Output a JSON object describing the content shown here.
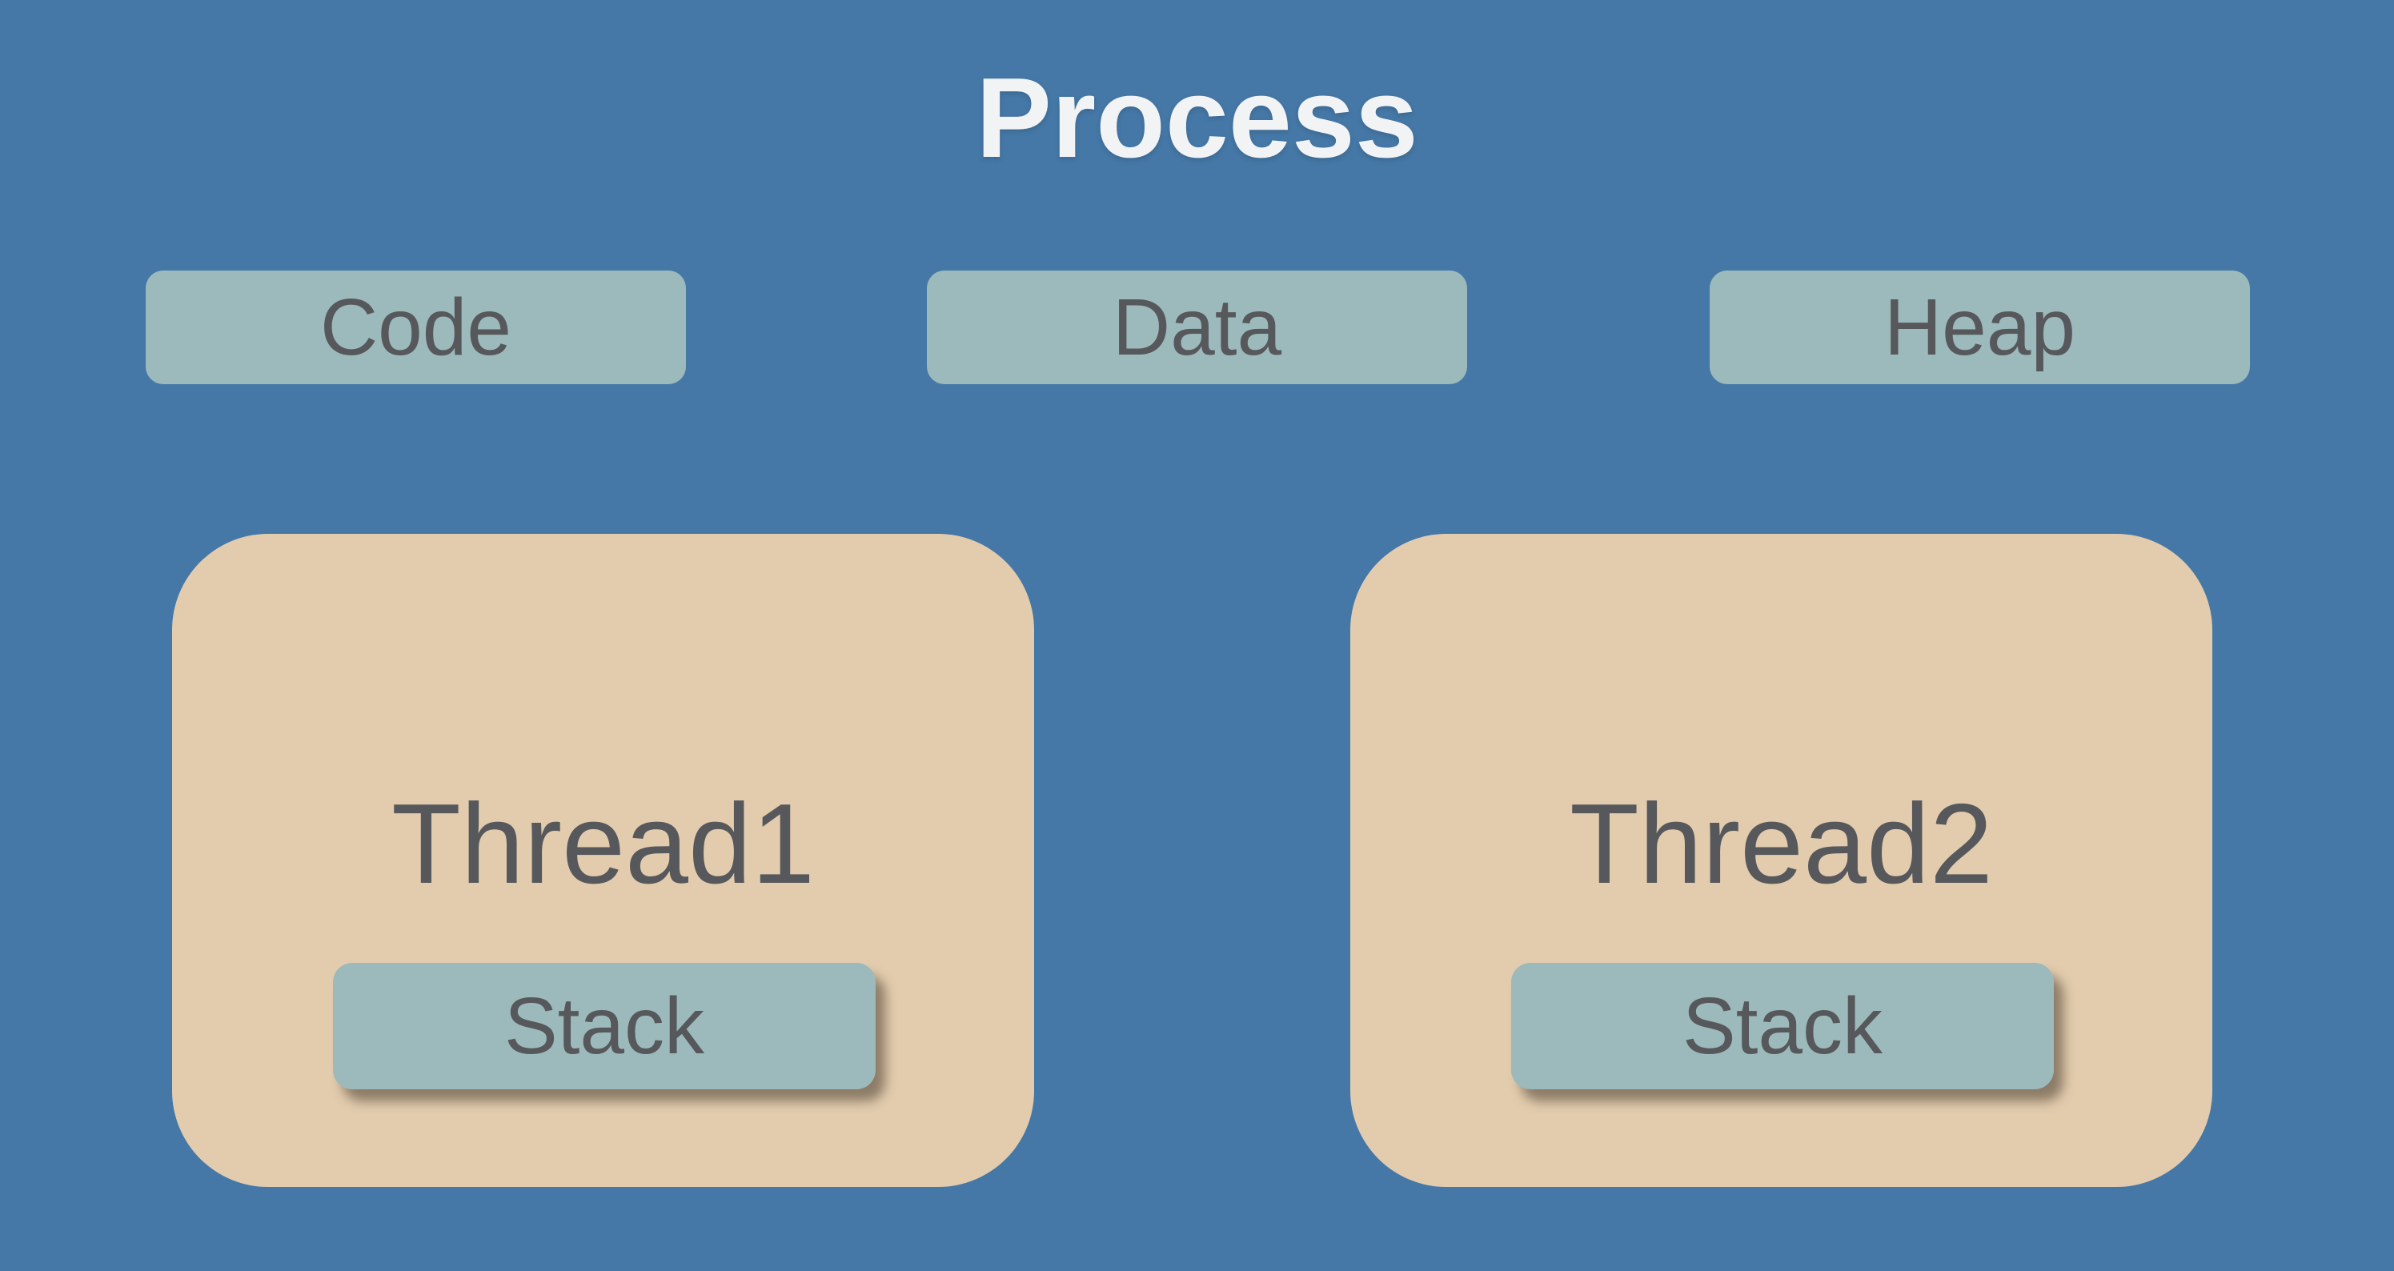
{
  "title": "Process",
  "colors": {
    "background": "#4578a7",
    "segment_box": "#9cbabb",
    "thread_box": "#e3ccae",
    "label_text": "#56585c",
    "title_text": "#f2f3f5"
  },
  "segments": [
    {
      "label": "Code"
    },
    {
      "label": "Data"
    },
    {
      "label": "Heap"
    }
  ],
  "threads": [
    {
      "label": "Thread1",
      "stack_label": "Stack"
    },
    {
      "label": "Thread2",
      "stack_label": "Stack"
    }
  ]
}
